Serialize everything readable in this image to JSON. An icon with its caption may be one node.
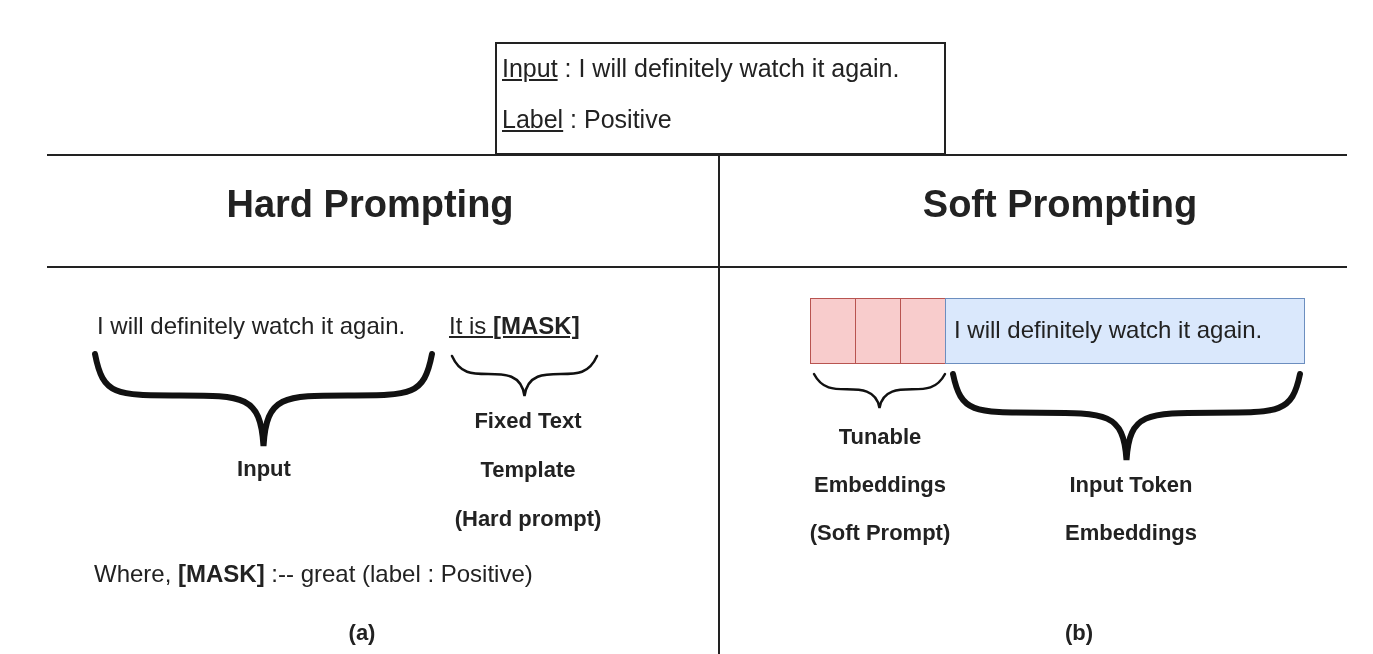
{
  "diagram": {
    "nodes": [
      {
        "text": [
          "Input : I will definitely watch it again.",
          "Label : Positive"
        ]
      },
      {
        "text": [],
        "shape": "box"
      },
      {
        "text": [],
        "shape": "box"
      },
      {
        "text": [],
        "shape": "box"
      },
      {
        "text": [
          "I will definitely watch it again."
        ]
      }
    ],
    "edges": [],
    "labels": [
      "Hard Prompting",
      "Soft Prompting",
      "I will definitely watch it again.",
      "It is **[MASK]**",
      "Input",
      "Fixed Text Template (Hard prompt)",
      "Tunable Embeddings (Soft Prompt)",
      "Input Token Embeddings",
      "Where, **[MASK]** :-- great (label : Positive)",
      "(a)",
      "(b)"
    ]
  }
}
